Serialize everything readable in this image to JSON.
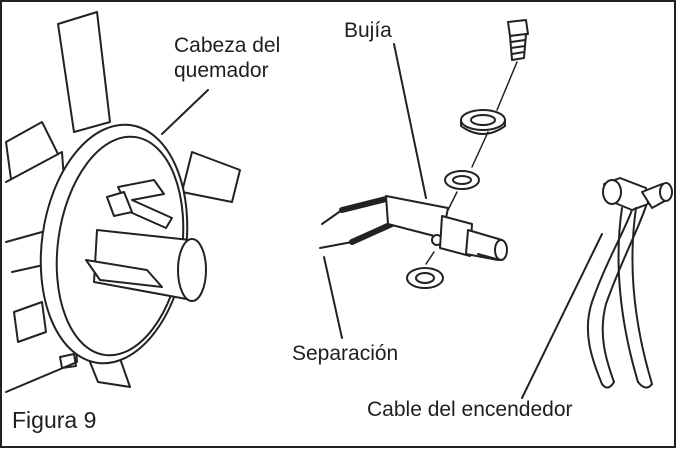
{
  "labels": {
    "burner_head_line1": "Cabeza del",
    "burner_head_line2": "quemador",
    "spark_plug": "Bujía",
    "gap": "Separación",
    "igniter_cable": "Cable del encendedor",
    "figure": "Figura 9"
  },
  "colors": {
    "line": "#222222",
    "frame": "#222222",
    "background": "#ffffff",
    "text": "#1e1e1e"
  }
}
